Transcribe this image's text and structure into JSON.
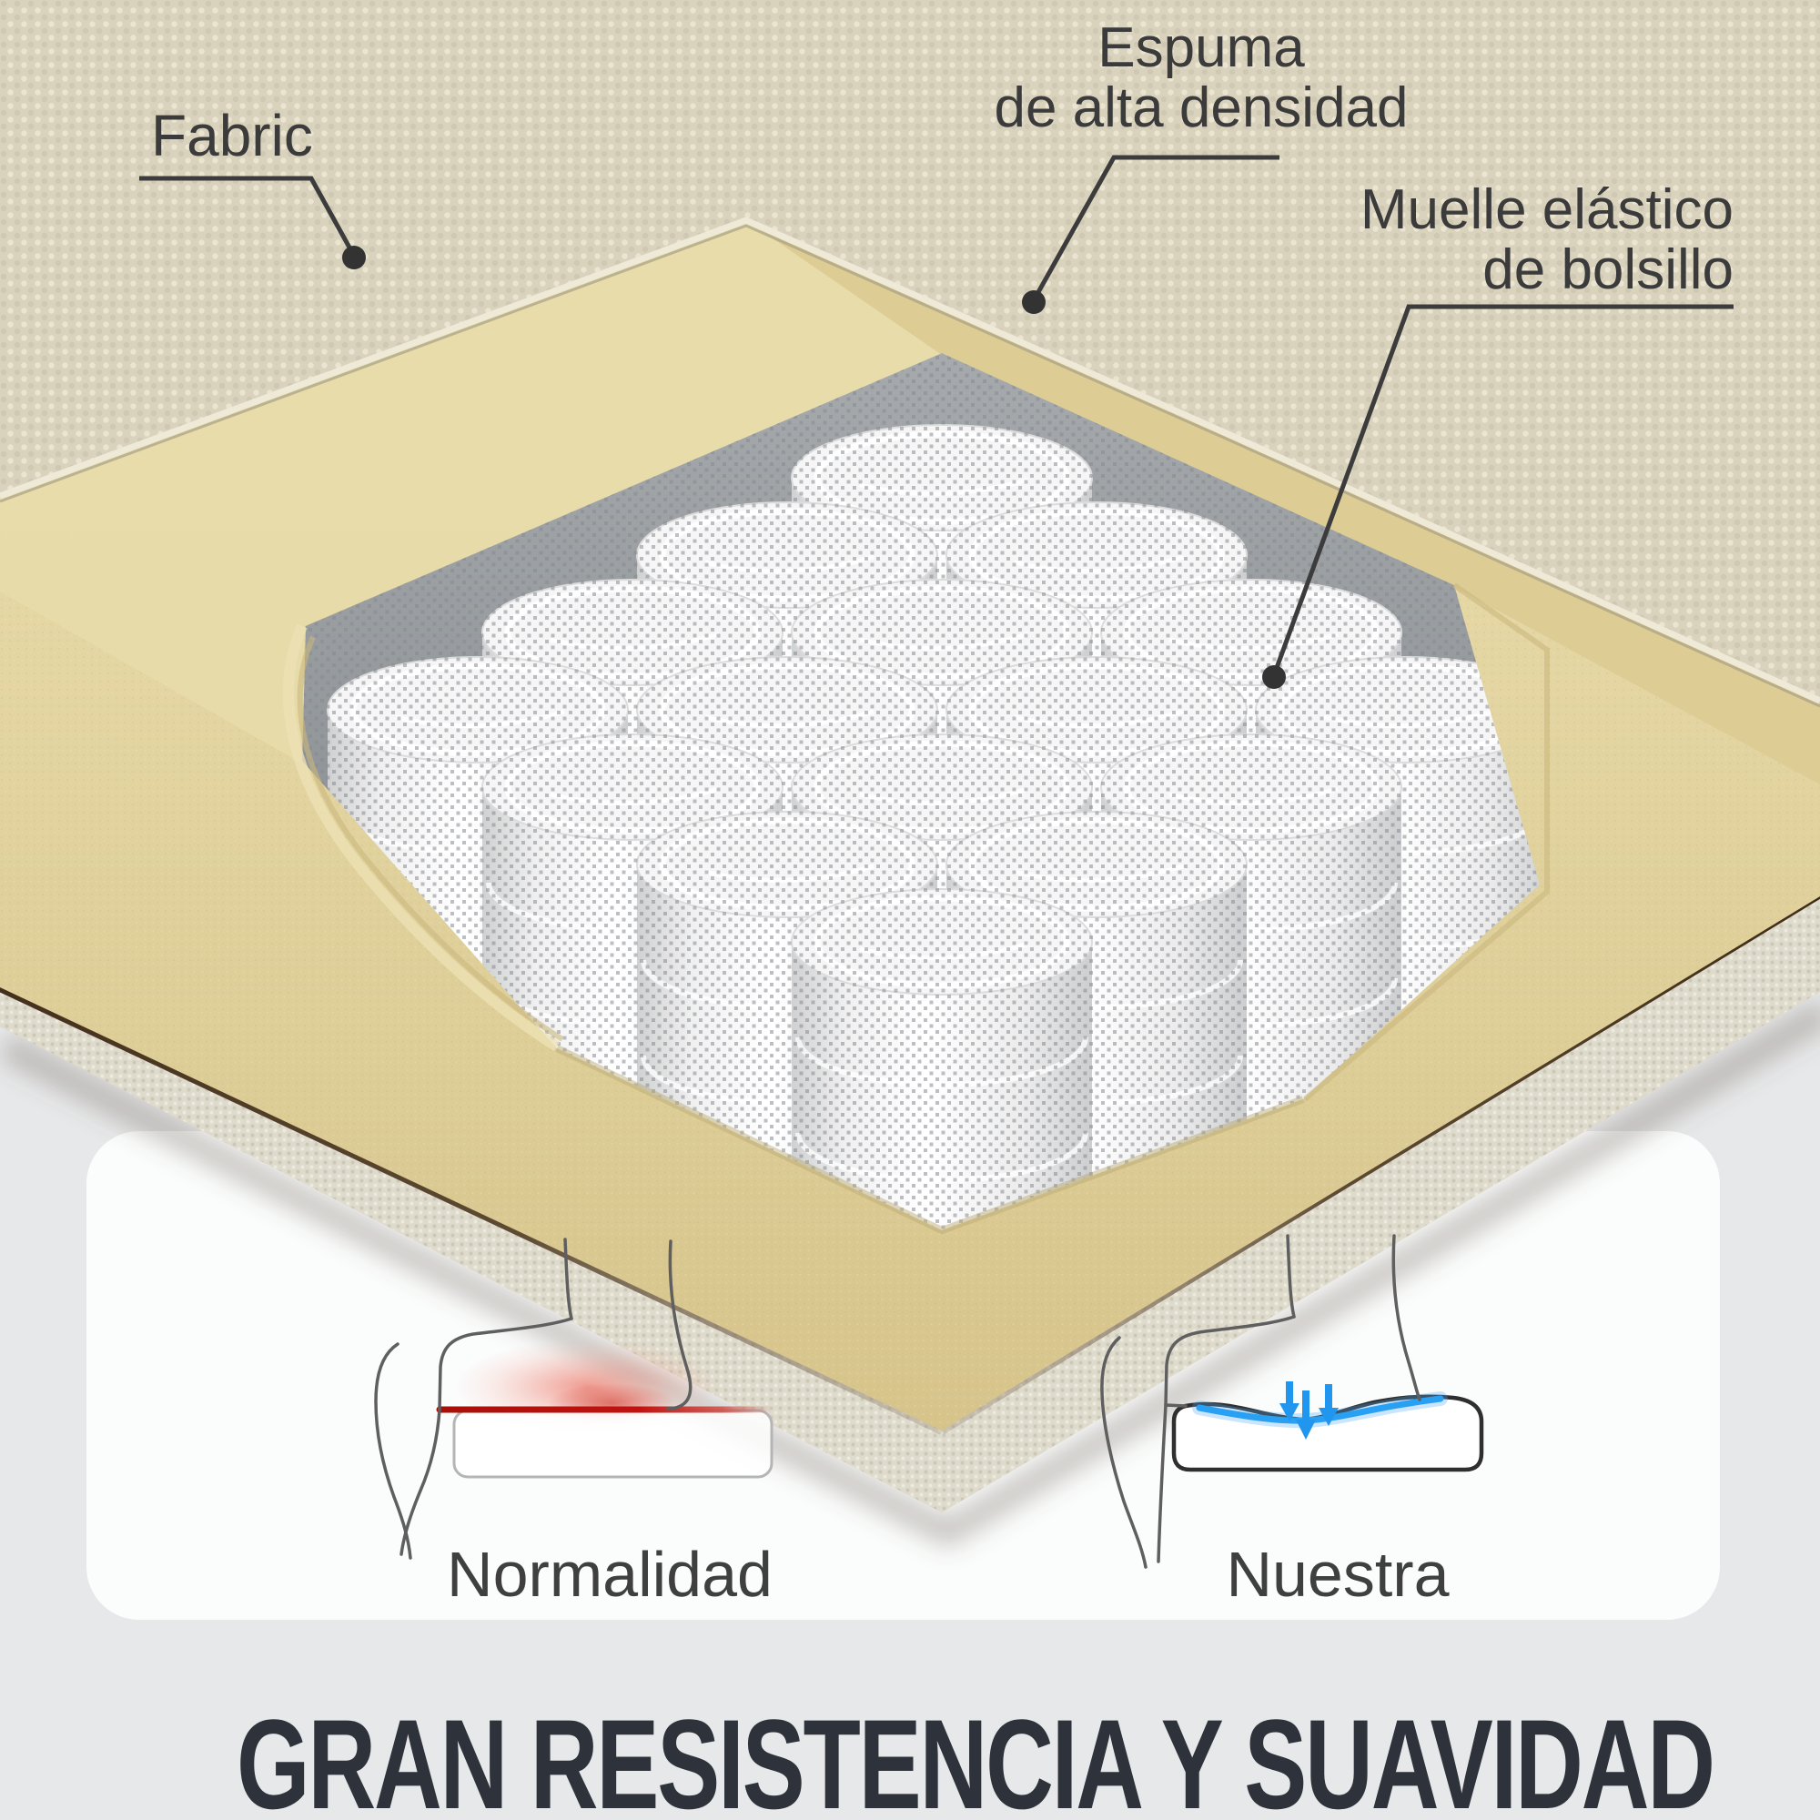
{
  "callouts": {
    "fabric": {
      "label": "Fabric"
    },
    "foam": {
      "line1": "Espuma",
      "line2": "de alta densidad"
    },
    "spring": {
      "line1": "Muelle elástico",
      "line2": "de bolsillo"
    }
  },
  "comparison": {
    "left_label": "Normalidad",
    "right_label": "Nuestra"
  },
  "title": "GRAN RESISTENCIA Y SUAVIDAD",
  "icons": {
    "callout_dot": "leader-dot",
    "pressure_arrows": "three blue down arrows"
  },
  "colors": {
    "background": "#e7e8e9",
    "panel": "#fbfcfc",
    "fabric_base": "#d9d2bd",
    "foam": "#e0d19c",
    "underside_fabric": "#dedacc",
    "piping": "#46301c",
    "spring_white": "#f6f6f6",
    "mesh_dot": "#878b90",
    "accent_red": "#c21210",
    "accent_blue": "#2aa0f2",
    "label_text": "#3b3b3b",
    "title_text": "#2d323b"
  }
}
